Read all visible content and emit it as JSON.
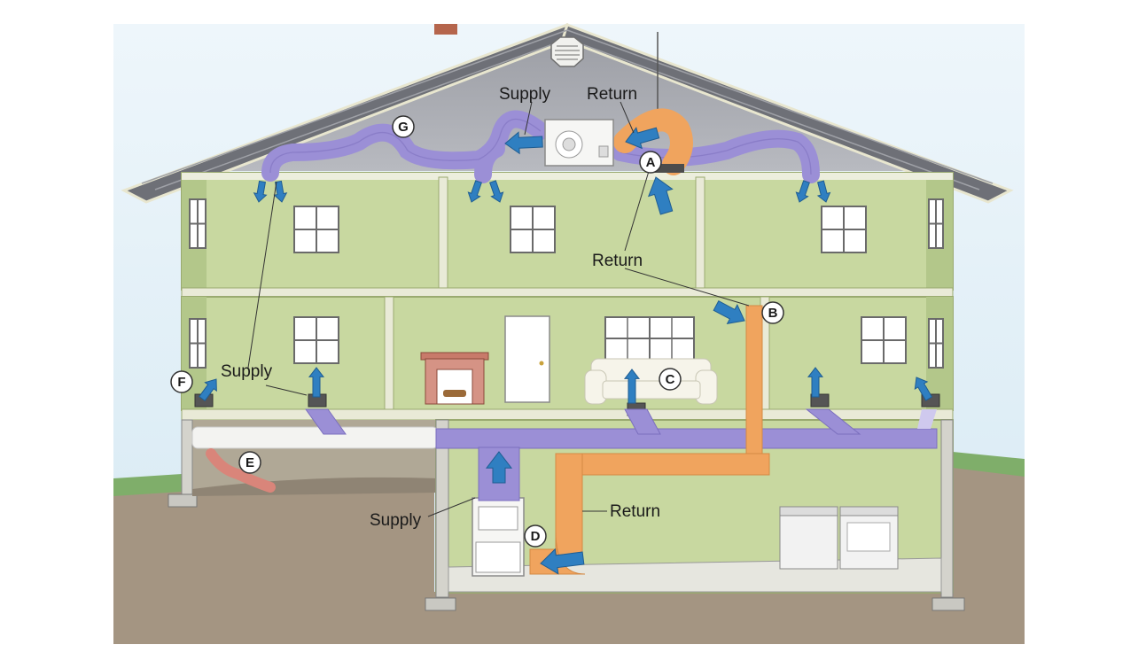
{
  "diagram": {
    "labels": {
      "supply_attic": "Supply",
      "return_attic_top": "Return",
      "return_second_floor": "Return",
      "supply_first_floor": "Supply",
      "supply_basement": "Supply",
      "return_basement": "Return"
    },
    "markers": [
      "A",
      "B",
      "C",
      "D",
      "E",
      "F",
      "G"
    ]
  },
  "colors": {
    "sky": "#dfeef7",
    "ground": "#a49582",
    "grass": "#7fae6a",
    "wall": "#c8d8a0",
    "wall_dark": "#b3c78a",
    "roof": "#7d7f86",
    "supply_duct": "#9b8fd6",
    "return_duct": "#f0a45e",
    "arrow": "#2f7fc1"
  }
}
